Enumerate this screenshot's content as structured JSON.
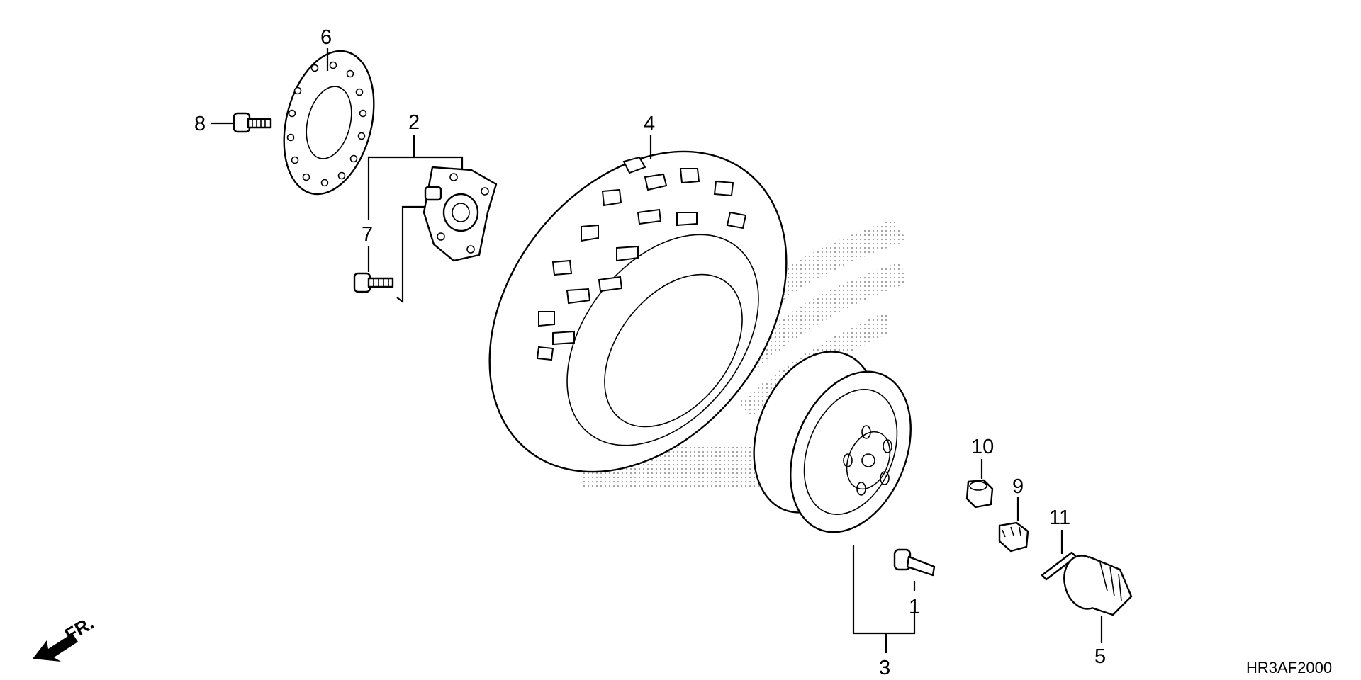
{
  "diagram": {
    "code": "HR3AF2000",
    "direction_label": "FR.",
    "callouts": {
      "c1": "1",
      "c2": "2",
      "c3": "3",
      "c4": "4",
      "c5": "5",
      "c6": "6",
      "c7": "7",
      "c8": "8",
      "c9": "9",
      "c10": "10",
      "c11": "11"
    },
    "parts": [
      {
        "ref": "1",
        "icon": "valve-stem-icon"
      },
      {
        "ref": "2",
        "icon": "wheel-hub-icon"
      },
      {
        "ref": "3",
        "icon": "rim-icon"
      },
      {
        "ref": "4",
        "icon": "tire-icon"
      },
      {
        "ref": "5",
        "icon": "hub-cap-icon"
      },
      {
        "ref": "6",
        "icon": "brake-disc-icon"
      },
      {
        "ref": "7",
        "icon": "stud-bolt-icon"
      },
      {
        "ref": "8",
        "icon": "disc-bolt-icon"
      },
      {
        "ref": "9",
        "icon": "castle-nut-icon"
      },
      {
        "ref": "10",
        "icon": "nut-icon"
      },
      {
        "ref": "11",
        "icon": "cotter-pin-icon"
      }
    ]
  }
}
